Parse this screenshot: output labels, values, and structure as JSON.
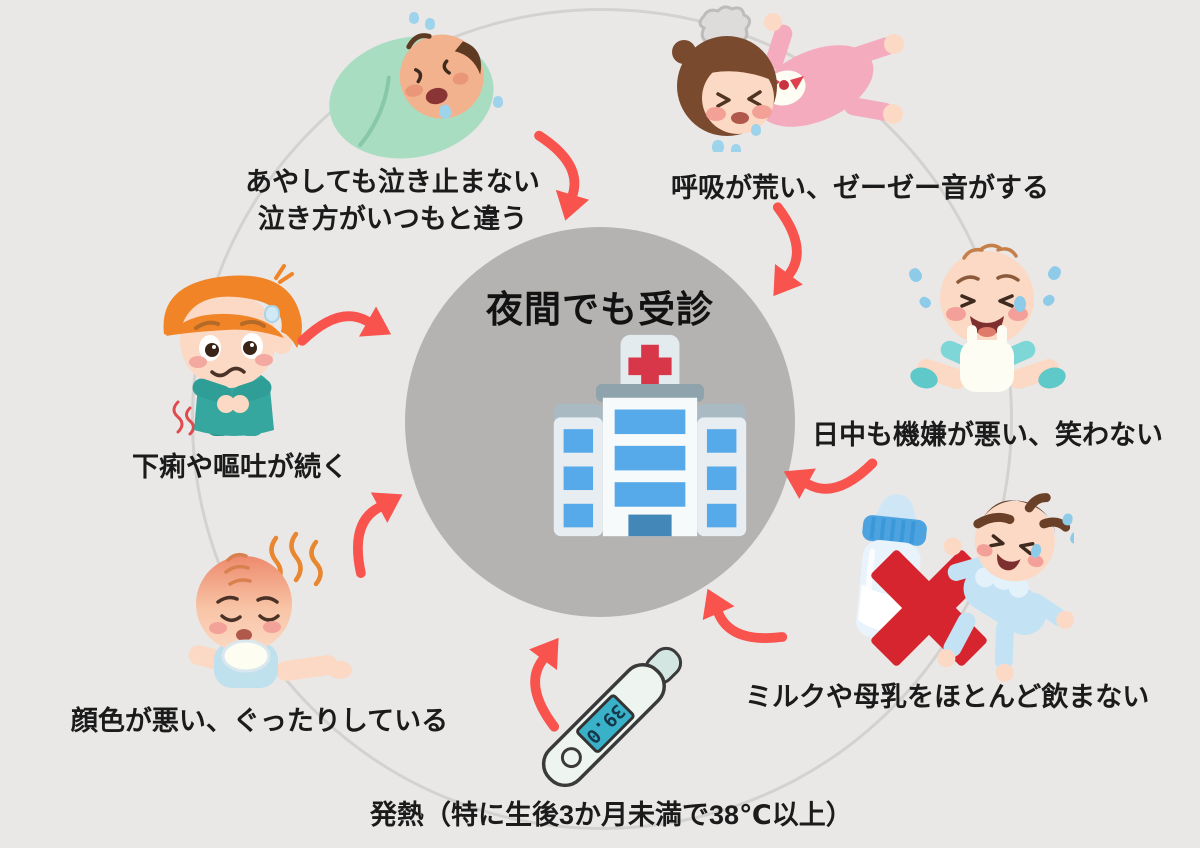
{
  "center": {
    "title": "夜間でも受診"
  },
  "symptoms": [
    {
      "id": "crying",
      "lines": [
        "あやしても泣き止まない",
        "泣き方がいつもと違う"
      ]
    },
    {
      "id": "breathing",
      "text": "呼吸が荒い、ゼーゼー音がする"
    },
    {
      "id": "mood",
      "text": "日中も機嫌が悪い、笑わない"
    },
    {
      "id": "milk",
      "text": "ミルクや母乳をほとんど飲まない"
    },
    {
      "id": "fever",
      "text": "発熱（特に生後3か月未満で38℃以上）"
    },
    {
      "id": "complexion",
      "text": "顔色が悪い、ぐったりしている"
    },
    {
      "id": "diarrhea",
      "text": "下痢や嘔吐が続く"
    }
  ],
  "thermometer": {
    "reading": "39.0"
  },
  "icons": {
    "hospital": "hospital-building-with-red-cross",
    "thermometer": "digital-thermometer",
    "bottle": "baby-milk-bottle",
    "no_milk": "red-x-mark",
    "arrow": "curved-red-arrow",
    "babies": [
      "swaddled-crying-baby",
      "crying-baby-girl-pink",
      "crying-sitting-baby",
      "crying-baby-boy-blue",
      "fever-baby",
      "sick-toddler-holding-stomach"
    ]
  },
  "colors": {
    "background": "#e9e8e7",
    "outer_ring": "#d3d2d1",
    "center_circle": "#b4b3b2",
    "arrow": "#f9534e",
    "cross_red": "#d8374a",
    "window_blue": "#57aae9",
    "x_red": "#d6252e",
    "text": "#1b1b1b"
  }
}
